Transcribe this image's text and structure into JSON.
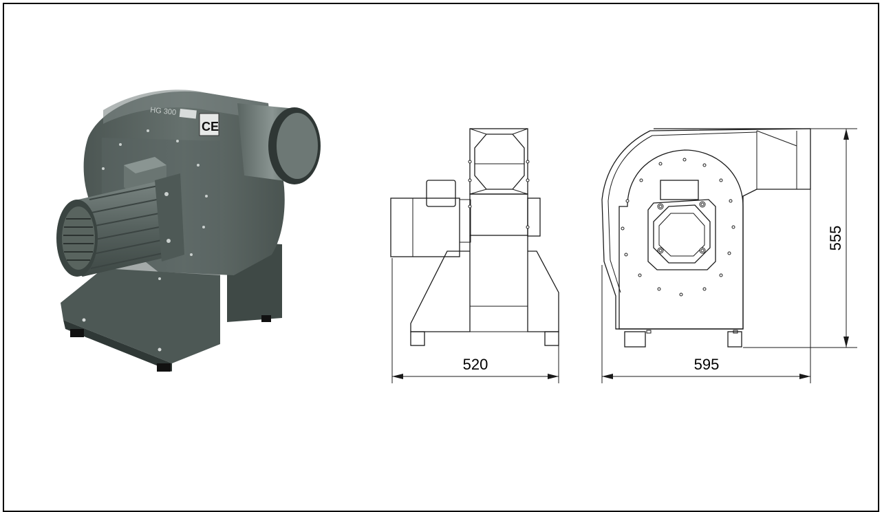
{
  "product_photo": {
    "model_marking": "HG 300",
    "certification_mark": "CE"
  },
  "dimensions": {
    "front_width": "520",
    "side_width": "595",
    "height": "555"
  },
  "colors": {
    "housing": "#596461",
    "housing_dark": "#3c4542",
    "housing_light": "#7b8683",
    "line": "#1a1a1a"
  }
}
